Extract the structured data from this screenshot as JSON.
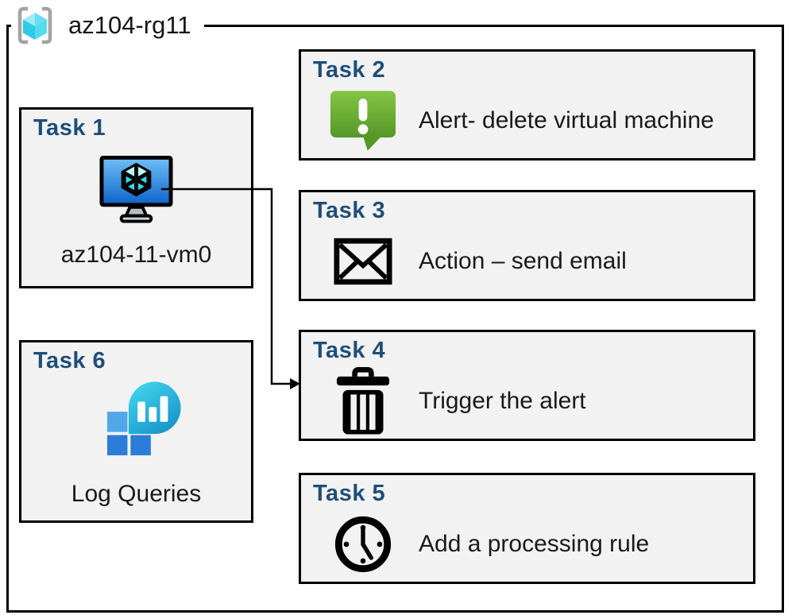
{
  "resource_group": {
    "title": "az104-rg11",
    "icon": "resource-group-icon"
  },
  "tasks": [
    {
      "label": "Task 1",
      "text": "az104-11-vm0",
      "icon": "virtual-machine-icon"
    },
    {
      "label": "Task 2",
      "text": "Alert- delete virtual machine",
      "icon": "alert-icon"
    },
    {
      "label": "Task 3",
      "text": "Action – send email",
      "icon": "email-icon"
    },
    {
      "label": "Task 4",
      "text": "Trigger the alert",
      "icon": "trash-icon"
    },
    {
      "label": "Task 5",
      "text": "Add a processing rule",
      "icon": "clock-icon"
    },
    {
      "label": "Task 6",
      "text": "Log Queries",
      "icon": "log-queries-icon"
    }
  ],
  "connector": {
    "from": "Task 1",
    "to": "Task 4"
  },
  "colors": {
    "task_label": "#1f4e79",
    "box_fill": "#f2f2f2",
    "box_border": "#000000",
    "alert_green_top": "#85c544",
    "alert_green_bottom": "#549727",
    "vm_screen_top": "#6fc0f7",
    "vm_screen_bottom": "#0d63c9",
    "cube_cyan": "#38d4ed",
    "rg_bracket_gray": "#a3a3a3",
    "log_square_light": "#4fa9e9",
    "log_square_dark": "#2b7dd7",
    "log_bubble_top": "#41d7ef",
    "log_bubble_bottom": "#1691c9"
  }
}
